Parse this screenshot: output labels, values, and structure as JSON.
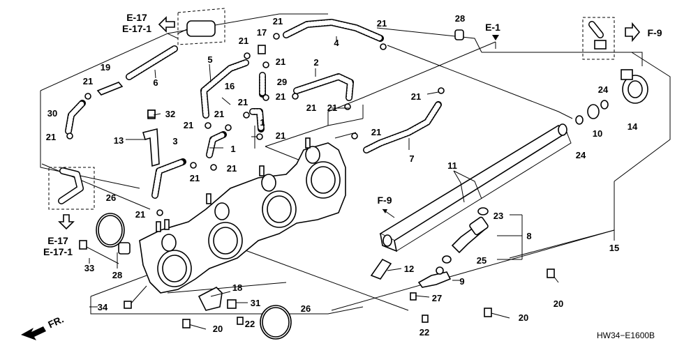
{
  "labels": {
    "e17_top": "E-17",
    "e171_top": "E-17-1",
    "e17_left": "E-17",
    "e171_left": "E-17-1",
    "e1": "E-1",
    "f9_right": "F-9",
    "f9_mid": "F-9",
    "fr": "FR.",
    "diagram_code": "HW34−E1600B"
  },
  "part_numbers": {
    "n1a": "1",
    "n1b": "1",
    "n2": "2",
    "n3": "3",
    "n4": "4",
    "n5": "5",
    "n6": "6",
    "n7": "7",
    "n8": "8",
    "n9": "9",
    "n10": "10",
    "n11": "11",
    "n12": "12",
    "n13": "13",
    "n14": "14",
    "n15": "15",
    "n16": "16",
    "n17": "17",
    "n18": "18",
    "n19": "19",
    "n20a": "20",
    "n20b": "20",
    "n20c": "20",
    "n21_1": "21",
    "n21_2": "21",
    "n21_3": "21",
    "n21_4": "21",
    "n21_5": "21",
    "n21_6": "21",
    "n21_7": "21",
    "n21_8": "21",
    "n21_9": "21",
    "n21_10": "21",
    "n21_11": "21",
    "n21_12": "21",
    "n21_13": "21",
    "n21_14": "21",
    "n21_15": "21",
    "n21_16": "21",
    "n21_17": "21",
    "n21_18": "21",
    "n22a": "22",
    "n22b": "22",
    "n23": "23",
    "n24a": "24",
    "n24b": "24",
    "n25": "25",
    "n26a": "26",
    "n26b": "26",
    "n27": "27",
    "n28a": "28",
    "n28b": "28",
    "n29": "29",
    "n30": "30",
    "n31": "31",
    "n32": "32",
    "n33": "33",
    "n34": "34"
  }
}
